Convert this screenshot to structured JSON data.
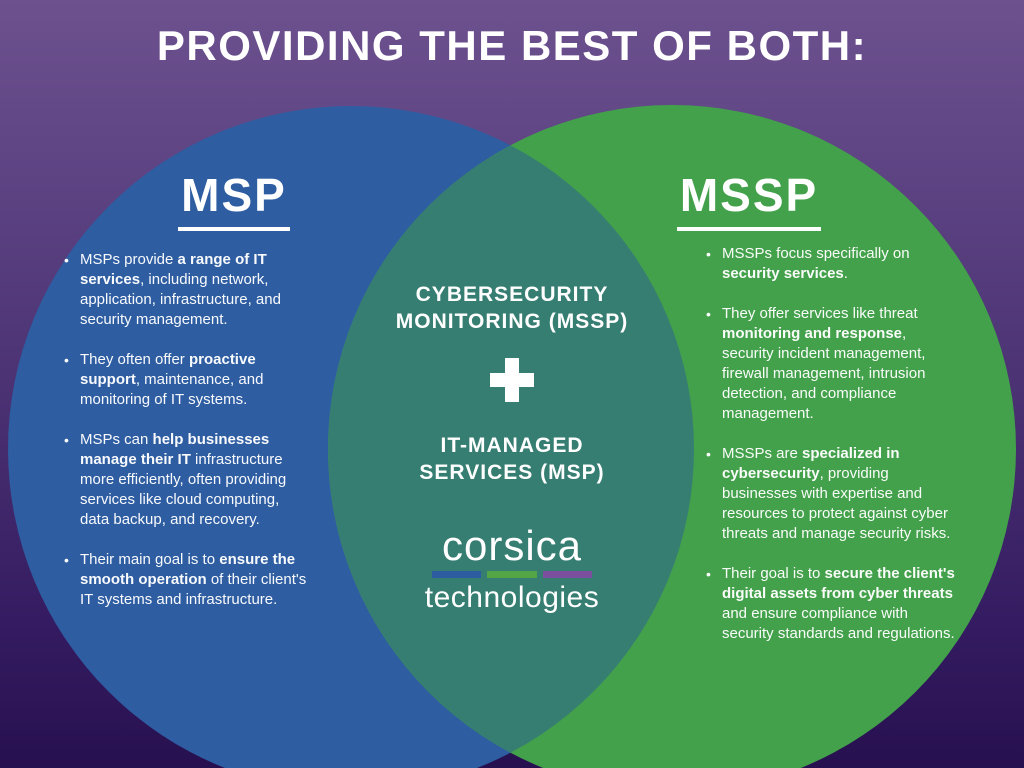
{
  "title": "PROVIDING THE BEST OF BOTH:",
  "colors": {
    "msp_circle": "#2e5da2",
    "mssp_circle": "#43a14b",
    "overlap": "#377e72",
    "logo_bar_blue": "#2d5ca1",
    "logo_bar_green": "#54a546",
    "logo_bar_purple": "#7b4f9d"
  },
  "venn": {
    "left": {
      "heading": "MSP",
      "bullets": [
        [
          {
            "t": "MSPs provide ",
            "b": false
          },
          {
            "t": "a range of IT services",
            "b": true
          },
          {
            "t": ", including network, application, infrastructure, and security management.",
            "b": false
          }
        ],
        [
          {
            "t": "They often offer ",
            "b": false
          },
          {
            "t": "proactive support",
            "b": true
          },
          {
            "t": ", maintenance, and monitoring of IT systems.",
            "b": false
          }
        ],
        [
          {
            "t": "MSPs can ",
            "b": false
          },
          {
            "t": "help businesses manage their IT",
            "b": true
          },
          {
            "t": " infrastructure more efficiently, often providing services like cloud computing, data backup, and recovery.",
            "b": false
          }
        ],
        [
          {
            "t": "Their main goal is to ",
            "b": false
          },
          {
            "t": "ensure the smooth operation",
            "b": true
          },
          {
            "t": " of their client's IT systems and infrastructure.",
            "b": false
          }
        ]
      ]
    },
    "right": {
      "heading": "MSSP",
      "bullets": [
        [
          {
            "t": "MSSPs focus specifically on ",
            "b": false
          },
          {
            "t": "security services",
            "b": true
          },
          {
            "t": ".",
            "b": false
          }
        ],
        [
          {
            "t": "They offer services like threat ",
            "b": false
          },
          {
            "t": "monitoring and response",
            "b": true
          },
          {
            "t": ", security incident management, firewall management, intrusion detection, and compliance management.",
            "b": false
          }
        ],
        [
          {
            "t": "MSSPs are ",
            "b": false
          },
          {
            "t": "specialized in cybersecurity",
            "b": true
          },
          {
            "t": ", providing businesses with expertise and resources to protect against cyber threats and manage security risks.",
            "b": false
          }
        ],
        [
          {
            "t": "Their goal is to ",
            "b": false
          },
          {
            "t": "secure the client's digital assets from cyber threats",
            "b": true
          },
          {
            "t": " and ensure compliance with security standards and regulations.",
            "b": false
          }
        ]
      ]
    },
    "center": {
      "top_label": "CYBERSECURITY\nMONITORING (MSSP)",
      "plus_icon": "plus",
      "bottom_label": "IT-MANAGED\nSERVICES (MSP)"
    },
    "logo": {
      "name_top": "corsica",
      "name_bottom": "technologies"
    }
  }
}
